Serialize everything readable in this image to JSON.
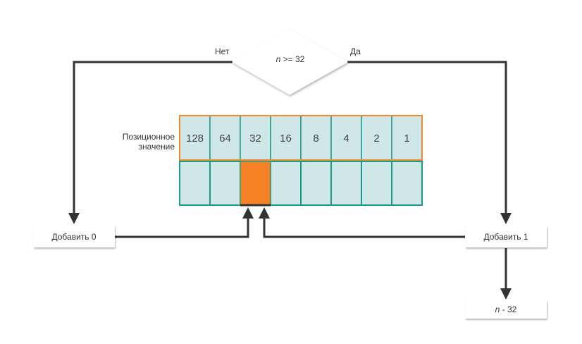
{
  "condition": {
    "var": "n",
    "op": " >= 32"
  },
  "branch_no": "Нет",
  "branch_yes": "Да",
  "row_label_line1": "Позиционное",
  "row_label_line2": "значение",
  "place_values": [
    "128",
    "64",
    "32",
    "16",
    "8",
    "4",
    "2",
    "1"
  ],
  "highlighted_index": 2,
  "add_zero": "Добавить 0",
  "add_one": "Добавить 1",
  "subtract": {
    "var": "n",
    "op": " - 32"
  },
  "colors": {
    "cell_fill": "#cfe7e6",
    "grid": "#1a9a8b",
    "header_border": "#f08a2c",
    "highlight": "#f58325",
    "line": "#333333"
  }
}
